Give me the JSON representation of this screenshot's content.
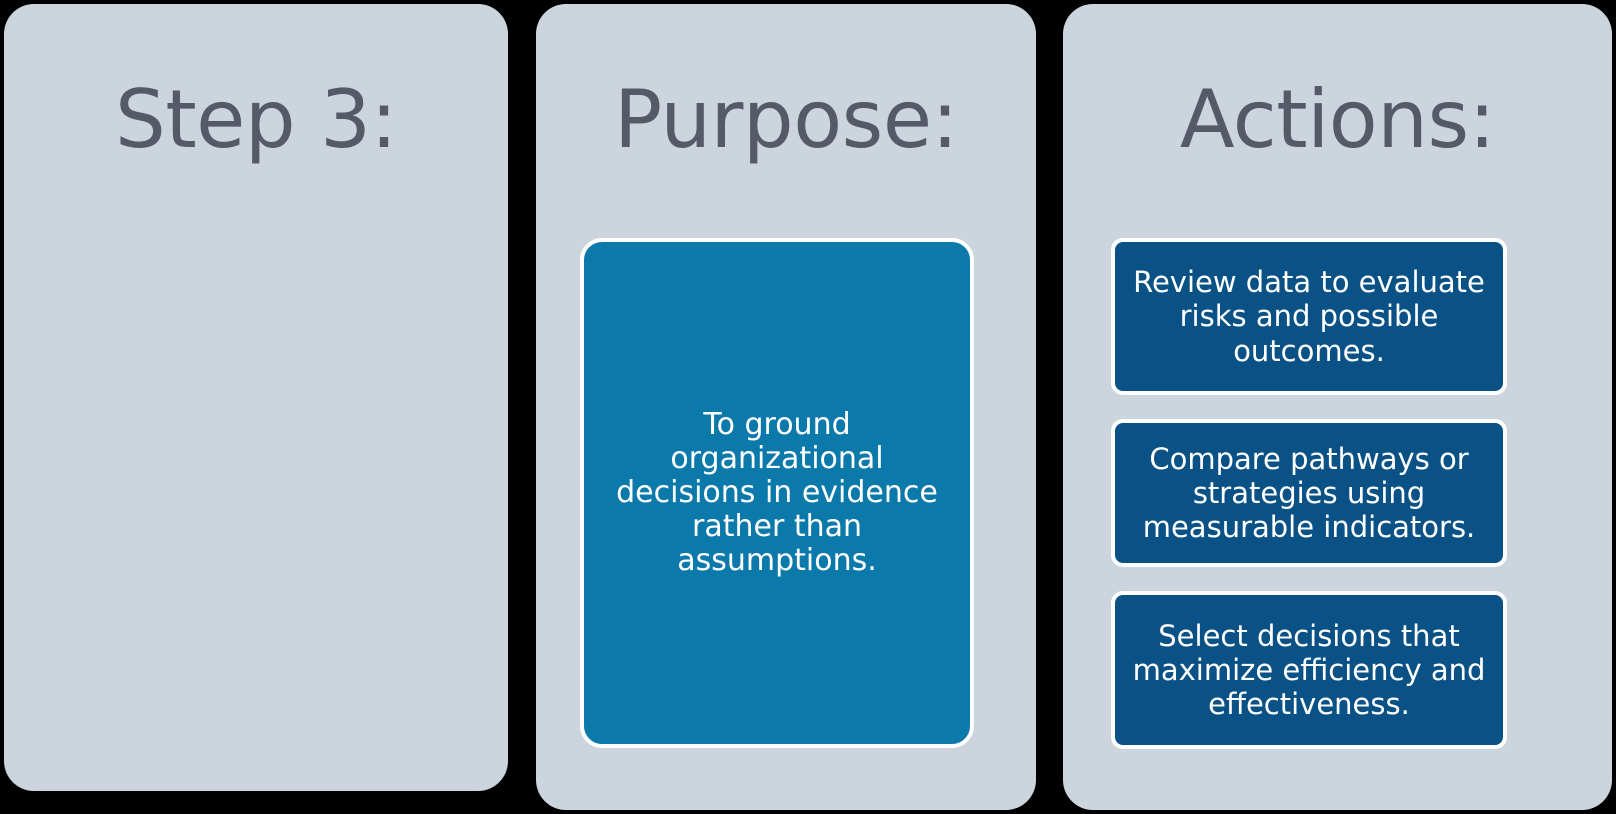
{
  "theme": {
    "background": "#000000",
    "panel_background": "#ccd5de",
    "header_text_color": "#565a66",
    "purpose_card_color": "#0c79ab",
    "action_card_color": "#0a5286",
    "card_border_color": "#ffffff",
    "card_text_color": "#ffffff"
  },
  "panels": {
    "step": {
      "header": "Step 3:"
    },
    "purpose": {
      "header": "Purpose:",
      "card_text": "To ground organizational decisions in evidence rather than assumptions."
    },
    "actions": {
      "header": "Actions:",
      "items": [
        {
          "text": "Review data to evaluate risks and possible outcomes."
        },
        {
          "text": "Compare pathways or strategies using measurable indicators."
        },
        {
          "text": "Select decisions that maximize efficiency and effectiveness."
        }
      ]
    }
  }
}
